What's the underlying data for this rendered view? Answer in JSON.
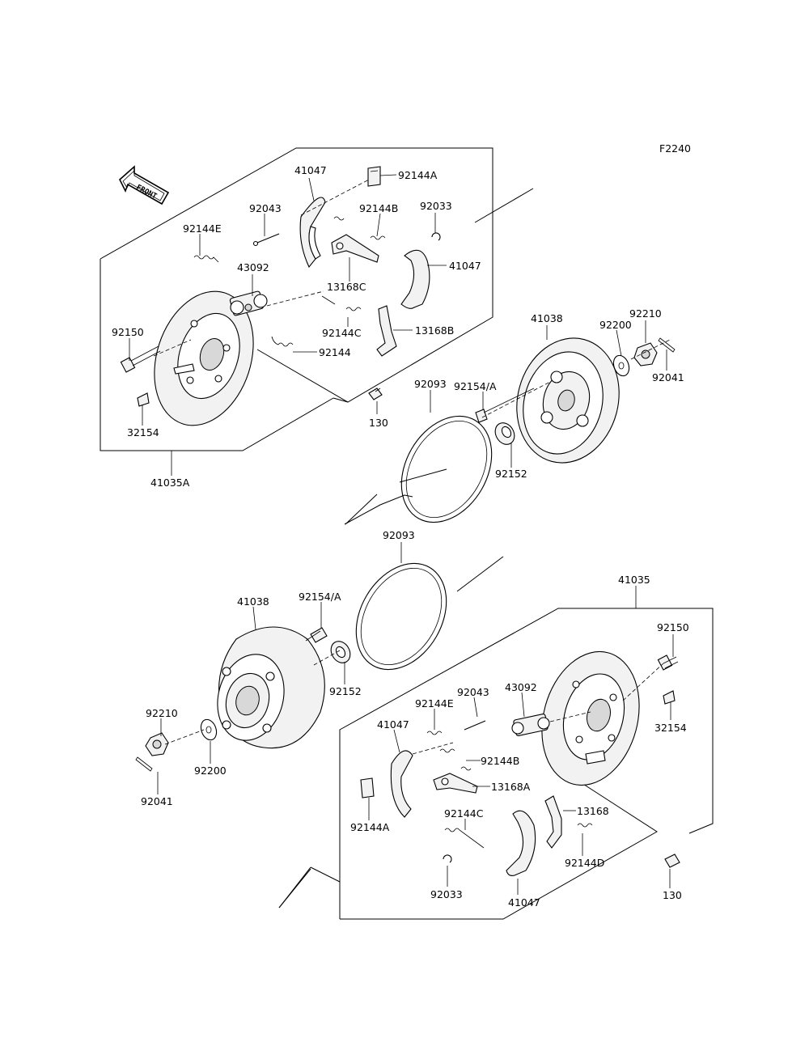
{
  "figure_id": "F2240",
  "front_arrow": {
    "text": "FRONT",
    "icon": "front-arrow-icon"
  },
  "upper_assembly": {
    "labels": {
      "p41047a": "41047",
      "p92144a": "92144A",
      "p92043": "92043",
      "p92144b": "92144B",
      "p92033": "92033",
      "p92144e": "92144E",
      "p41047b": "41047",
      "p43092": "43092",
      "p13168c": "13168C",
      "p92150": "92150",
      "p92144c": "92144C",
      "p13168b": "13168B",
      "p92144": "92144",
      "p32154": "32154",
      "p130": "130",
      "p41035a": "41035A",
      "p41038": "41038",
      "p92210": "92210",
      "p92200": "92200",
      "p92041": "92041",
      "p92093": "92093",
      "p92154a": "92154/A",
      "p92152": "92152"
    }
  },
  "lower_assembly": {
    "labels": {
      "p92093": "92093",
      "p41035": "41035",
      "p41038": "41038",
      "p92154a": "92154/A",
      "p92150": "92150",
      "p92152": "92152",
      "p92043": "92043",
      "p43092": "43092",
      "p92210": "92210",
      "p92144e": "92144E",
      "p41047a": "41047",
      "p32154": "32154",
      "p92144b": "92144B",
      "p92200": "92200",
      "p13168a": "13168A",
      "p92041": "92041",
      "p92144c": "92144C",
      "p13168": "13168",
      "p92144a": "92144A",
      "p92144d": "92144D",
      "p92033": "92033",
      "p130": "130",
      "p41047b": "41047"
    }
  },
  "colors": {
    "line": "#000000",
    "background": "#ffffff",
    "fill": "#f2f2f2"
  }
}
